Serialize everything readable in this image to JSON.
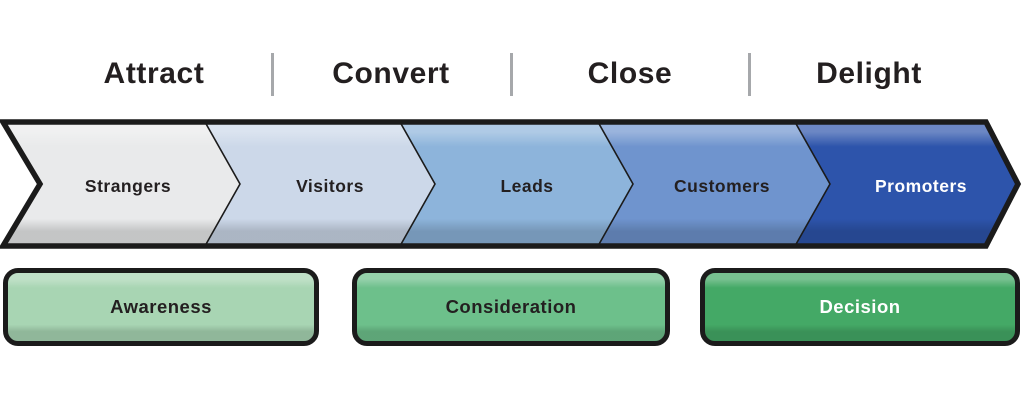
{
  "colors": {
    "background": "#ffffff",
    "outline": "#1b1b1b",
    "phase_text": "#231f20",
    "phase_divider": "#a6a8ab"
  },
  "phases": [
    {
      "label": "Attract"
    },
    {
      "label": "Convert"
    },
    {
      "label": "Close"
    },
    {
      "label": "Delight"
    }
  ],
  "stages": [
    {
      "label": "Strangers",
      "fill": "#e9eaeb",
      "text_color": "#231f20"
    },
    {
      "label": "Visitors",
      "fill": "#ccd8e9",
      "text_color": "#231f20"
    },
    {
      "label": "Leads",
      "fill": "#8db4db",
      "text_color": "#231f20"
    },
    {
      "label": "Customers",
      "fill": "#6f94ce",
      "text_color": "#231f20"
    },
    {
      "label": "Promoters",
      "fill": "#2d54ab",
      "text_color": "#ffffff"
    }
  ],
  "journey_stages": [
    {
      "label": "Awareness",
      "fill": "#a8d5b3",
      "text_color": "#231f20"
    },
    {
      "label": "Consideration",
      "fill": "#6dc08b",
      "text_color": "#231f20"
    },
    {
      "label": "Decision",
      "fill": "#44a966",
      "text_color": "#ffffff"
    }
  ]
}
